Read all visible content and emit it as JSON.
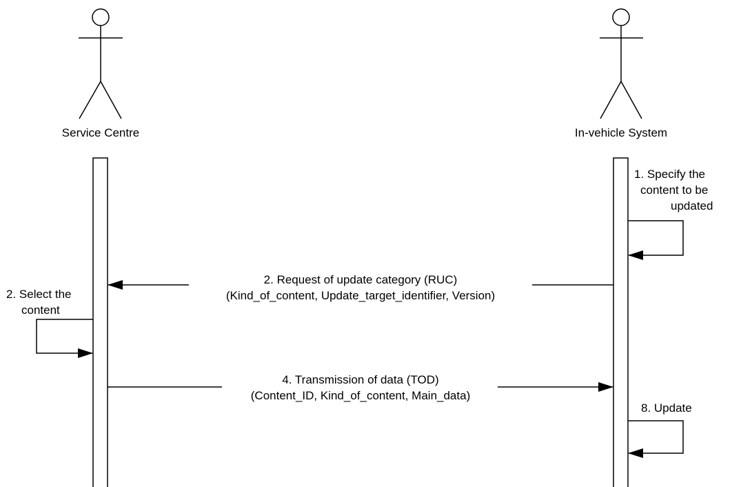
{
  "actors": {
    "service_centre": {
      "name": "Service Centre"
    },
    "in_vehicle_system": {
      "name": "In-vehicle System"
    }
  },
  "steps": {
    "specify_content": {
      "lines": [
        "1. Specify the",
        "content to be",
        "updated"
      ]
    },
    "select_content": {
      "lines": [
        "2. Select the",
        "content"
      ]
    },
    "update": {
      "lines": [
        "8. Update"
      ]
    }
  },
  "messages": {
    "request_update_category": {
      "label": "2. Request of update category  (RUC)",
      "params": "(Kind_of_content, Update_target_identifier, Version)"
    },
    "transmission_of_data": {
      "label": "4. Transmission of data  (TOD)",
      "params": "(Content_ID, Kind_of_content, Main_data)"
    }
  }
}
